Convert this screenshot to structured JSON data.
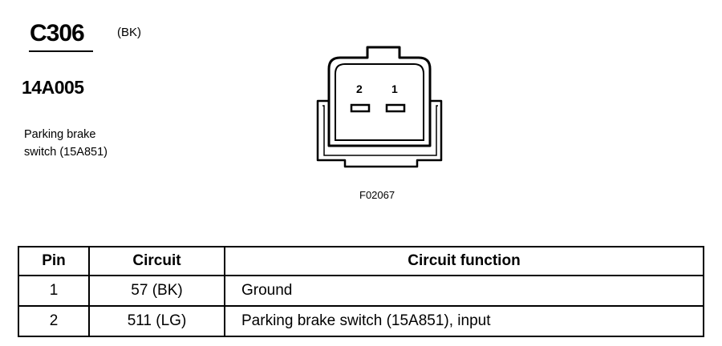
{
  "header": {
    "connector_id": "C306",
    "connector_color": "(BK)",
    "part_number": "14A005",
    "description_line1": "Parking brake",
    "description_line2": "switch (15A851)"
  },
  "diagram": {
    "pin_labels": [
      "2",
      "1"
    ],
    "figure_number": "F02067"
  },
  "table": {
    "headers": [
      "Pin",
      "Circuit",
      "Circuit function"
    ],
    "rows": [
      {
        "pin": "1",
        "circuit": "57 (BK)",
        "function": "Ground"
      },
      {
        "pin": "2",
        "circuit": "511 (LG)",
        "function": "Parking brake switch (15A851), input"
      }
    ]
  }
}
